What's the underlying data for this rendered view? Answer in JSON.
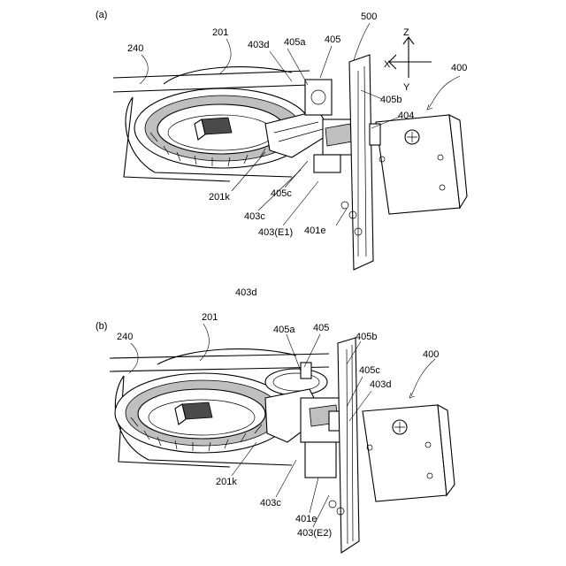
{
  "panels": [
    {
      "id": "a",
      "panel_label": "(a)",
      "labels": {
        "p201": "201",
        "p240": "240",
        "p403d": "403d",
        "p405a": "405a",
        "p405": "405",
        "p500": "500",
        "pZ": "Z",
        "pX": "X",
        "pY": "Y",
        "p400": "400",
        "p405b": "405b",
        "p404": "404",
        "p201k": "201k",
        "p405c": "405c",
        "p403c": "403c",
        "p403E1": "403(E1)",
        "p401e": "401e"
      }
    },
    {
      "id": "b",
      "panel_label": "(b)",
      "labels": {
        "p403d_top": "403d",
        "p201": "201",
        "p240": "240",
        "p405a": "405a",
        "p405": "405",
        "p405b": "405b",
        "p400": "400",
        "p405c": "405c",
        "p403d": "403d",
        "p201k": "201k",
        "p403c": "403c",
        "p401e": "401e",
        "p403E2": "403(E2)"
      }
    }
  ]
}
